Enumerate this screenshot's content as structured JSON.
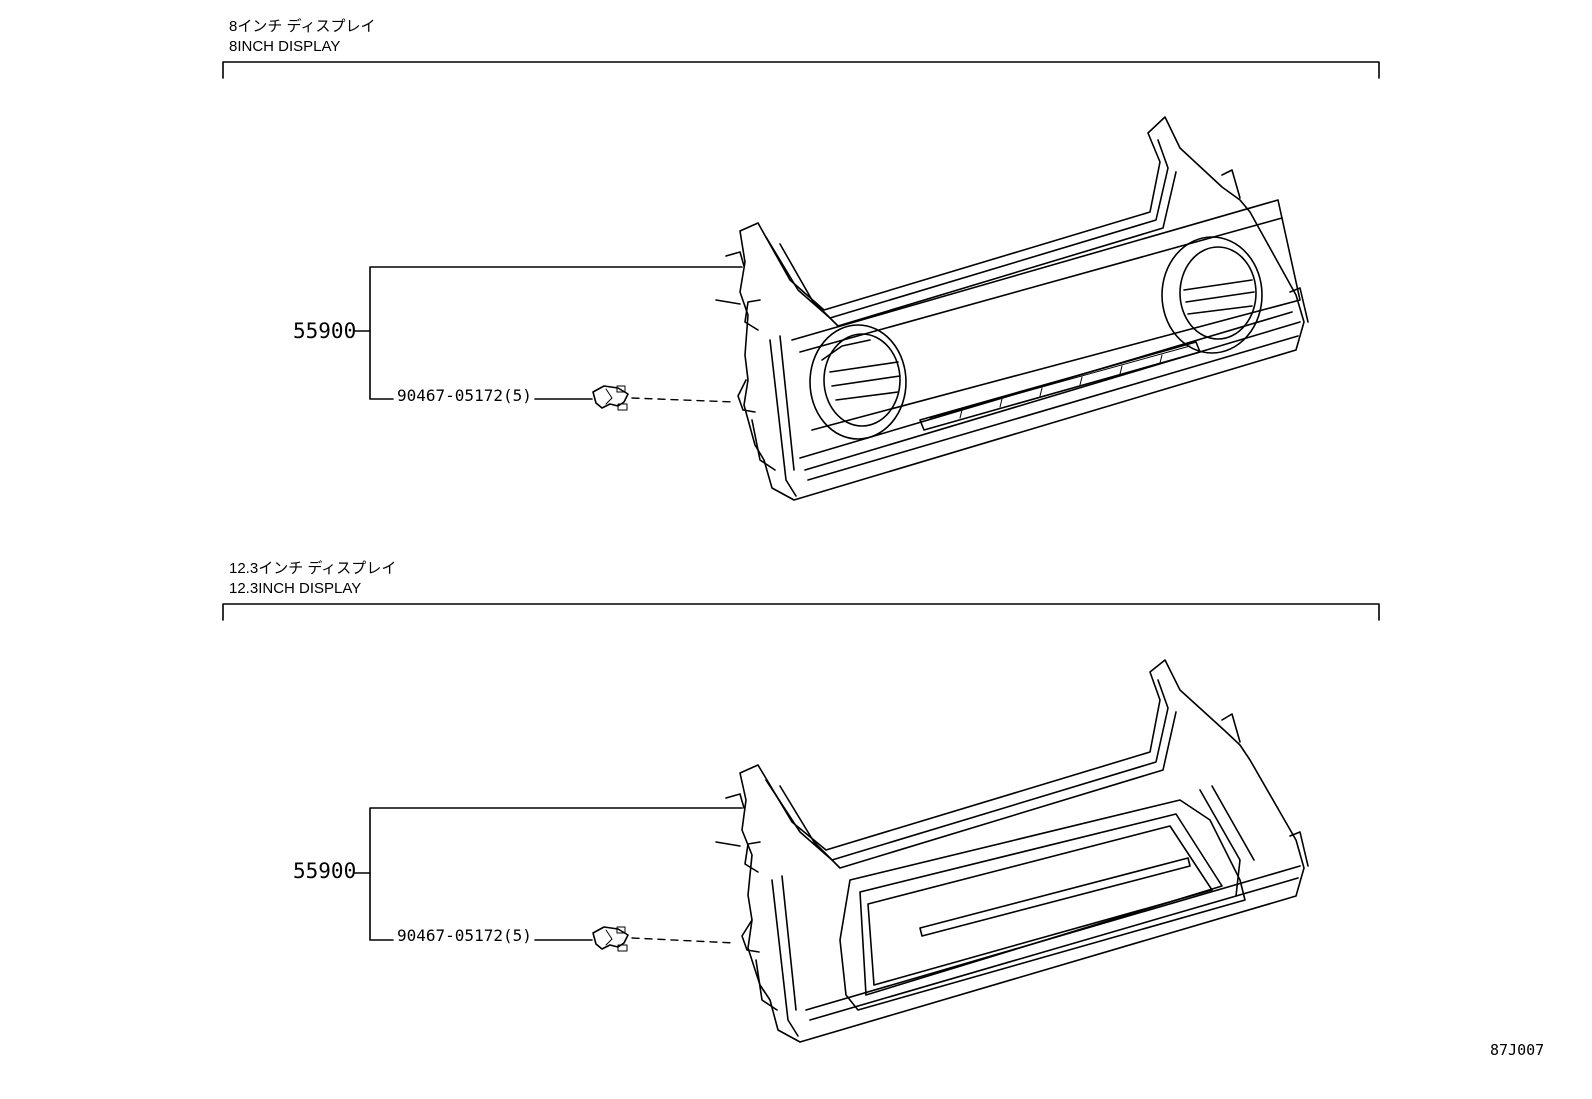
{
  "sections": [
    {
      "title_jp": "8インチ ディスプレイ",
      "title_en": "8INCH DISPLAY",
      "part_number": "55900",
      "fastener_label": "90467-05172(5)"
    },
    {
      "title_jp": "12.3インチ ディスプレイ",
      "title_en": "12.3INCH DISPLAY",
      "part_number": "55900",
      "fastener_label": "90467-05172(5)"
    }
  ],
  "figure_code": "87J007"
}
